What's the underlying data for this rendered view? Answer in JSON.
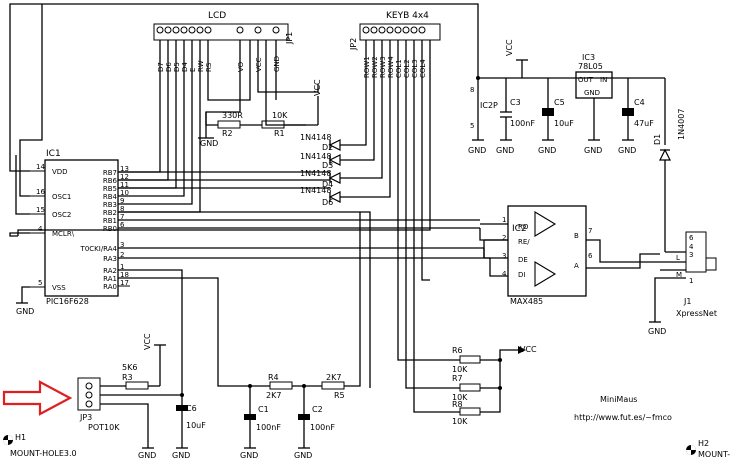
{
  "lcd": {
    "title": "LCD",
    "ref": "JP1",
    "pins": [
      "D7",
      "D6",
      "D5",
      "D4",
      "E",
      "RW",
      "RS",
      "VO",
      "VCC",
      "GND"
    ]
  },
  "keyb": {
    "title": "KEYB 4x4",
    "ref": "JP2",
    "pins": [
      "ROW1",
      "ROW2",
      "ROW3",
      "ROW4",
      "COL1",
      "COL2",
      "COL3",
      "COL4"
    ]
  },
  "ic1": {
    "ref": "IC1",
    "name": "PIC16F628",
    "left_pins": [
      {
        "label": "VDD",
        "num": "14"
      },
      {
        "label": "OSC1",
        "num": "16"
      },
      {
        "label": "OSC2",
        "num": "15"
      },
      {
        "label": "MCLR\\",
        "num": "4"
      },
      {
        "label": "VSS",
        "num": "5"
      }
    ],
    "right_pins": [
      {
        "label": "RB7",
        "num": "13"
      },
      {
        "label": "RB6",
        "num": "12"
      },
      {
        "label": "RB5",
        "num": "11"
      },
      {
        "label": "RB4",
        "num": "10"
      },
      {
        "label": "RB3",
        "num": "9"
      },
      {
        "label": "RB2",
        "num": "8"
      },
      {
        "label": "RB1",
        "num": "7"
      },
      {
        "label": "RB0",
        "num": "6"
      },
      {
        "label": "T0CKI/RA4",
        "num": "3"
      },
      {
        "label": "RA3",
        "num": "2"
      },
      {
        "label": "RA2",
        "num": "1"
      },
      {
        "label": "RA1",
        "num": "18"
      },
      {
        "label": "RA0",
        "num": "17"
      }
    ]
  },
  "ic2": {
    "ref": "IC2",
    "name": "MAX485",
    "pins": [
      {
        "label": "RO",
        "num": "1"
      },
      {
        "label": "RE/",
        "num": "2"
      },
      {
        "label": "DE",
        "num": "3"
      },
      {
        "label": "DI",
        "num": "4"
      },
      {
        "label": "B",
        "num": "7"
      },
      {
        "label": "A",
        "num": "6"
      }
    ]
  },
  "ic3": {
    "ref": "IC3",
    "name": "78L05",
    "out": "OUT",
    "in": "IN",
    "gnd": "GND",
    "pin8": "8"
  },
  "ic2p": {
    "ref": "IC2P",
    "pin": "5"
  },
  "caps": {
    "c3": "C3",
    "c3v": "100nF",
    "c5": "C5",
    "c5v": "10uF",
    "c4": "C4",
    "c4v": "47uF",
    "c6": "C6",
    "c6v": "10uF",
    "c1": "C1",
    "c1v": "100nF",
    "c2": "C2",
    "c2v": "100nF"
  },
  "resistors": {
    "r2": "R2",
    "r2v": "330R",
    "r1": "R1",
    "r1v": "10K",
    "r3": "R3",
    "r3v": "5K6",
    "r4": "R4",
    "r4v": "2K7",
    "r5": "R5",
    "r5v": "2K7",
    "r6": "R6",
    "r6v": "10K",
    "r7": "R7",
    "r7v": "10K",
    "r8": "R8",
    "r8v": "10K"
  },
  "diodes": {
    "d2": "D2",
    "d3": "D3",
    "d4": "D4",
    "d6": "D6",
    "type": "1N4148",
    "d1": "D1",
    "d1type": "1N4007"
  },
  "jp3": {
    "ref": "JP3",
    "name": "POT10K"
  },
  "j1": {
    "ref": "J1",
    "name": "XpressNet",
    "pins": [
      "6",
      "4",
      "3",
      "L",
      "M",
      "1"
    ]
  },
  "mount": {
    "h1": "H1",
    "h1name": "MOUNT-HOLE3.0",
    "h2": "H2",
    "h2name": "MOUNT-"
  },
  "power": {
    "vcc": "VCC",
    "gnd": "GND"
  },
  "info": {
    "title": "MiniMaus",
    "url": "http://www.fut.es/~fmco"
  }
}
